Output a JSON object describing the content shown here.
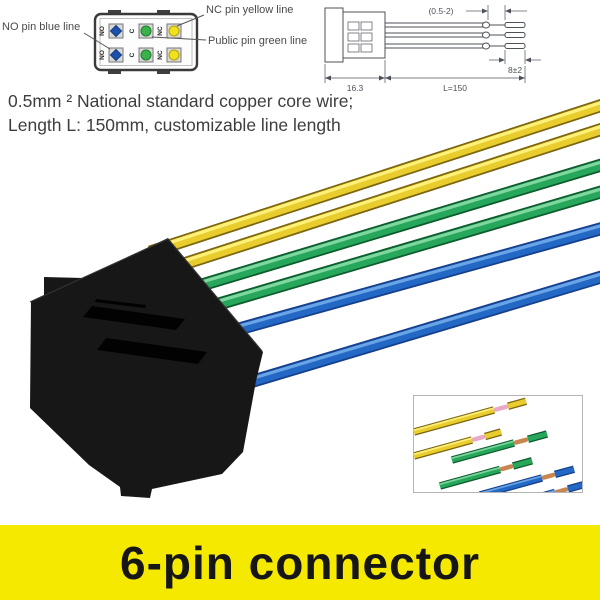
{
  "pin_diagram": {
    "label_no": "NO pin blue line",
    "label_nc": "NC pin yellow line",
    "label_public": "Public pin green line",
    "pin_no": "NO",
    "pin_c": "C",
    "pin_nc": "NC"
  },
  "tech_drawing": {
    "dim_strip": "(0.5-2)",
    "dim_terminal": "8±2",
    "dim_connector": "16.3",
    "dim_length": "L=150"
  },
  "description": {
    "line1": "0.5mm ² National standard copper core wire;",
    "line2": "Length L: 150mm, customizable line length"
  },
  "banner": {
    "label": "6-pin connector"
  },
  "colors": {
    "banner_bg": "#f6e900",
    "banner_text": "#161616",
    "text_gray": "#3e3e3e",
    "connector_black": "#171717",
    "wire_yellow": "#e9cd2e",
    "wire_yellow_dark": "#7c660f",
    "wire_yellow_light": "#fff27d",
    "wire_green": "#27a75b",
    "wire_green_dark": "#0d5c2d",
    "wire_green_light": "#82d9a2",
    "wire_blue": "#2268c4",
    "wire_blue_dark": "#163f8c",
    "wire_blue_light": "#6ea8e8",
    "pin_blue": "#1d4fae",
    "pin_green": "#3cb24a",
    "pin_yellow": "#f0e020",
    "copper": "#c9854f",
    "copper_pink": "#e8a8c6"
  }
}
